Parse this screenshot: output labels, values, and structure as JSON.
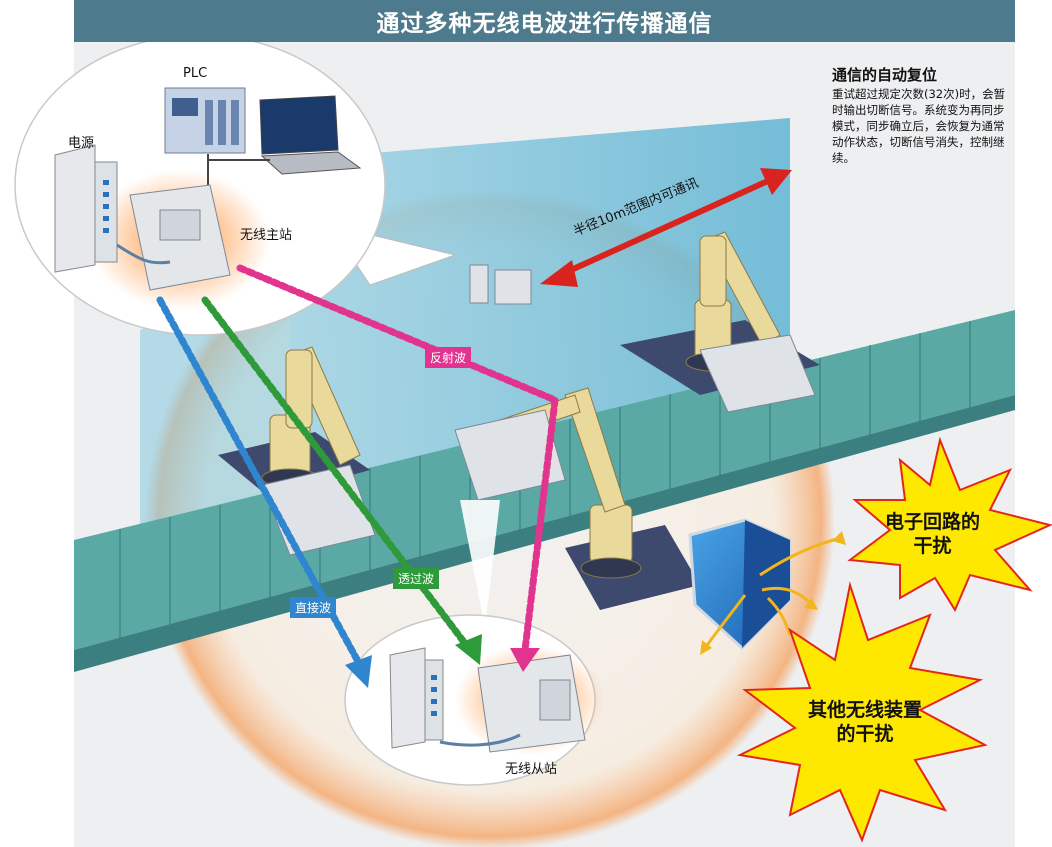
{
  "title": "通过多种无线电波进行传播通信",
  "labels": {
    "plc": "PLC",
    "power": "电源",
    "master": "无线主站",
    "slave": "无线从站",
    "range": "半径10m范围内可通讯"
  },
  "waves": {
    "reflected": "反射波",
    "transmitted": "透过波",
    "direct": "直接波"
  },
  "note": {
    "title": "通信的自动复位",
    "body": "重试超过规定次数(32次)时，会暂时输出切断信号。系统变为再同步模式，同步确立后，会恢复为通常动作状态，切断信号消失，控制继续。"
  },
  "interference": {
    "electronic_line1": "电子回路的",
    "electronic_line2": "干扰",
    "other_line1": "其他无线装置",
    "other_line2": "的干扰"
  },
  "colors": {
    "banner": "#4d7a8c",
    "reflected": "#e0348f",
    "transmitted": "#2e9a3a",
    "direct": "#2f86cf",
    "range_arrow": "#d9231f",
    "burst": "#ffe800"
  }
}
